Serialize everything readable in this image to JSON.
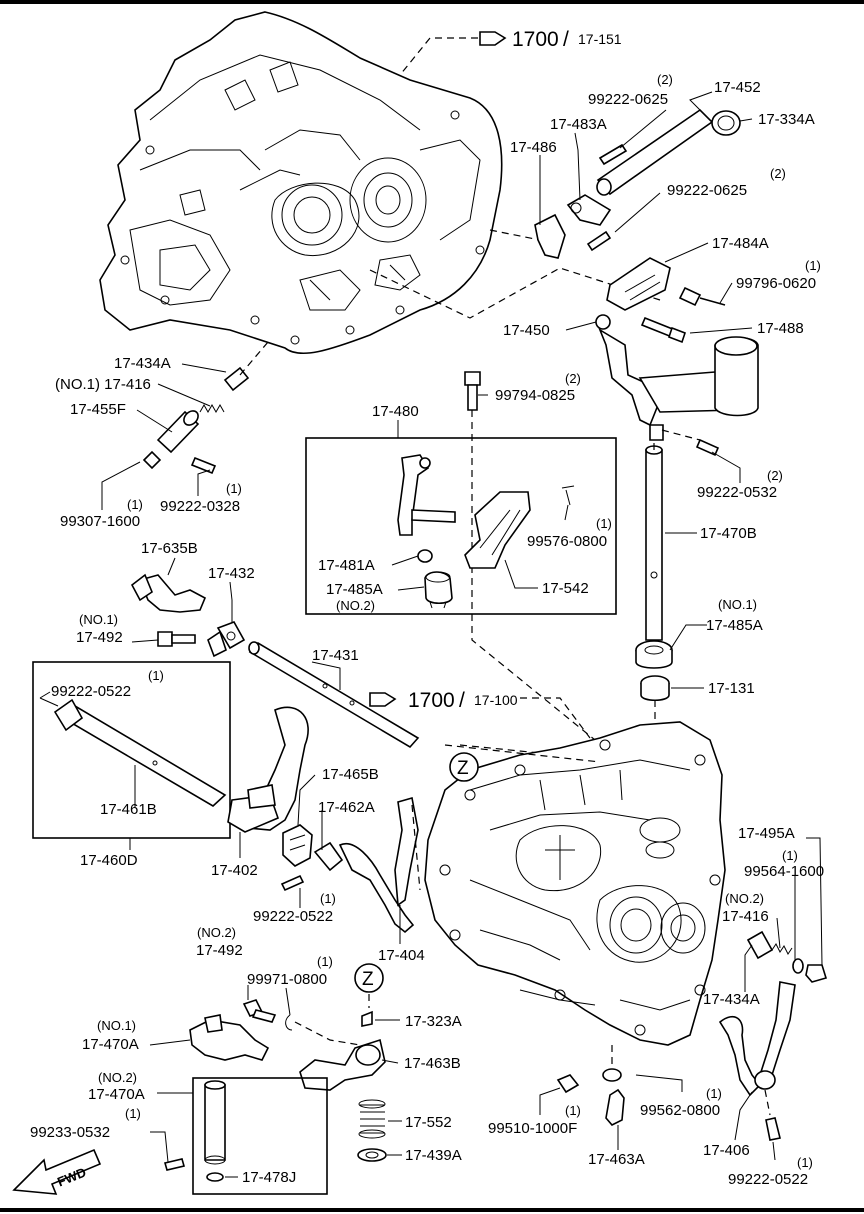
{
  "refs": {
    "upper_ref": "1700",
    "upper_ref_sub": "17-151",
    "lower_ref": "1700",
    "lower_ref_sub": "17-100",
    "zone_marker": "Z",
    "direction": "FWD"
  },
  "callouts": [
    {
      "part": "17-452"
    },
    {
      "part": "99222-0625",
      "qty": "(2)"
    },
    {
      "part": "17-334A"
    },
    {
      "part": "17-483A"
    },
    {
      "part": "17-486"
    },
    {
      "part": "99222-0625",
      "qty": "(2)"
    },
    {
      "part": "17-484A"
    },
    {
      "part": "99796-0620",
      "qty": "(1)"
    },
    {
      "part": "17-450"
    },
    {
      "part": "17-488"
    },
    {
      "part": "17-434A"
    },
    {
      "part": "(NO.1) 17-416"
    },
    {
      "part": "17-455F"
    },
    {
      "part": "99307-1600",
      "qty": "(1)"
    },
    {
      "part": "99222-0328",
      "qty": "(1)"
    },
    {
      "part": "99794-0825",
      "qty": "(2)"
    },
    {
      "part": "17-480"
    },
    {
      "part": "99576-0800",
      "qty": "(1)"
    },
    {
      "part": "17-481A"
    },
    {
      "part": "17-485A"
    },
    {
      "part": "(NO.2)"
    },
    {
      "part": "17-542"
    },
    {
      "part": "99222-0532",
      "qty": "(2)"
    },
    {
      "part": "17-470B"
    },
    {
      "part": "17-485A",
      "qty": "(NO.1)"
    },
    {
      "part": "17-131"
    },
    {
      "part": "17-635B"
    },
    {
      "part": "17-432"
    },
    {
      "part": "17-492",
      "qty": "(NO.1)"
    },
    {
      "part": "17-431"
    },
    {
      "part": "99222-0522",
      "qty": "(1)"
    },
    {
      "part": "17-461B"
    },
    {
      "part": "17-460D"
    },
    {
      "part": "17-465B"
    },
    {
      "part": "17-462A"
    },
    {
      "part": "17-402"
    },
    {
      "part": "99222-0522",
      "qty": "(1)"
    },
    {
      "part": "17-404"
    },
    {
      "part": "17-495A"
    },
    {
      "part": "99564-1600",
      "qty": "(1)"
    },
    {
      "part": "17-416",
      "qty": "(NO.2)"
    },
    {
      "part": "17-434A"
    },
    {
      "part": "17-492",
      "qty": "(NO.2)"
    },
    {
      "part": "99971-0800",
      "qty": "(1)"
    },
    {
      "part": "17-323A"
    },
    {
      "part": "17-470A",
      "qty": "(NO.1)"
    },
    {
      "part": "17-463B"
    },
    {
      "part": "17-470A",
      "qty": "(NO.2)"
    },
    {
      "part": "99233-0532",
      "qty": "(1)"
    },
    {
      "part": "17-552"
    },
    {
      "part": "17-439A"
    },
    {
      "part": "17-478J"
    },
    {
      "part": "99510-1000F",
      "qty": "(1)"
    },
    {
      "part": "99562-0800",
      "qty": "(1)"
    },
    {
      "part": "17-463A"
    },
    {
      "part": "17-406"
    },
    {
      "part": "99222-0522",
      "qty": "(1)"
    }
  ]
}
